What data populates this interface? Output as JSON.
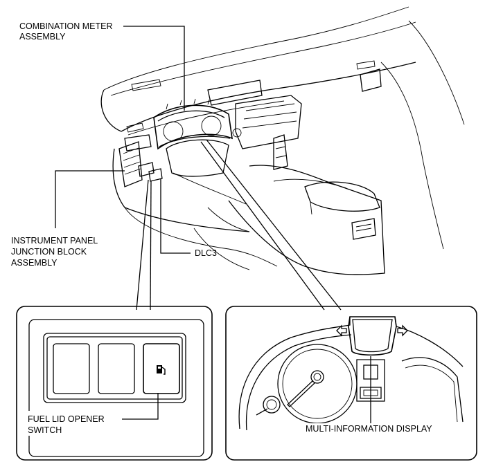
{
  "labels": {
    "combination_meter": [
      "COMBINATION METER",
      "ASSEMBLY"
    ],
    "junction_block": [
      "INSTRUMENT PANEL",
      "JUNCTION BLOCK",
      "ASSEMBLY"
    ],
    "dlc3": "DLC3",
    "fuel_lid_switch": [
      "FUEL LID OPENER",
      "SWITCH"
    ],
    "multi_info_display": "MULTI-INFORMATION DISPLAY"
  },
  "icons": {
    "fuel_pump": "fuel-pump-icon",
    "arrow_left": "arrow-left-icon",
    "arrow_right": "arrow-right-icon"
  },
  "colors": {
    "line": "#000000",
    "background": "#ffffff"
  }
}
